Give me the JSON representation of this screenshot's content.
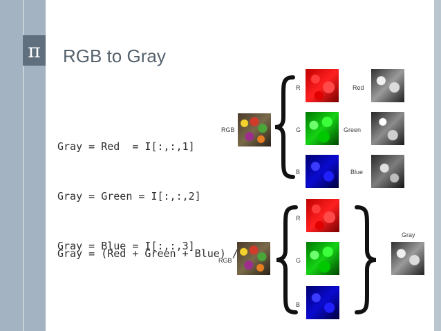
{
  "slide": {
    "title": "RGB to Gray",
    "pi_symbol": "π"
  },
  "code_block_1": [
    "Gray = Red  = I[:,:,1]",
    "Gray = Green = I[:,:,2]",
    "Gray = Blue = I[:,:,3]"
  ],
  "code_block_2": [
    "Gray = (Red + Green + Blue) / 3"
  ],
  "figure_1": {
    "input_label": "RGB",
    "channel_labels": [
      "R",
      "G",
      "B"
    ],
    "output_labels": [
      "Red",
      "Green",
      "Blue"
    ]
  },
  "figure_2": {
    "input_label": "RGB",
    "channel_labels": [
      "R",
      "G",
      "B"
    ],
    "output_label": "Gray"
  },
  "colors": {
    "sidebar": "#a4b3c1",
    "pi_box": "#606f7d",
    "title_text": "#55616c",
    "code_text": "#2d2d2d"
  }
}
